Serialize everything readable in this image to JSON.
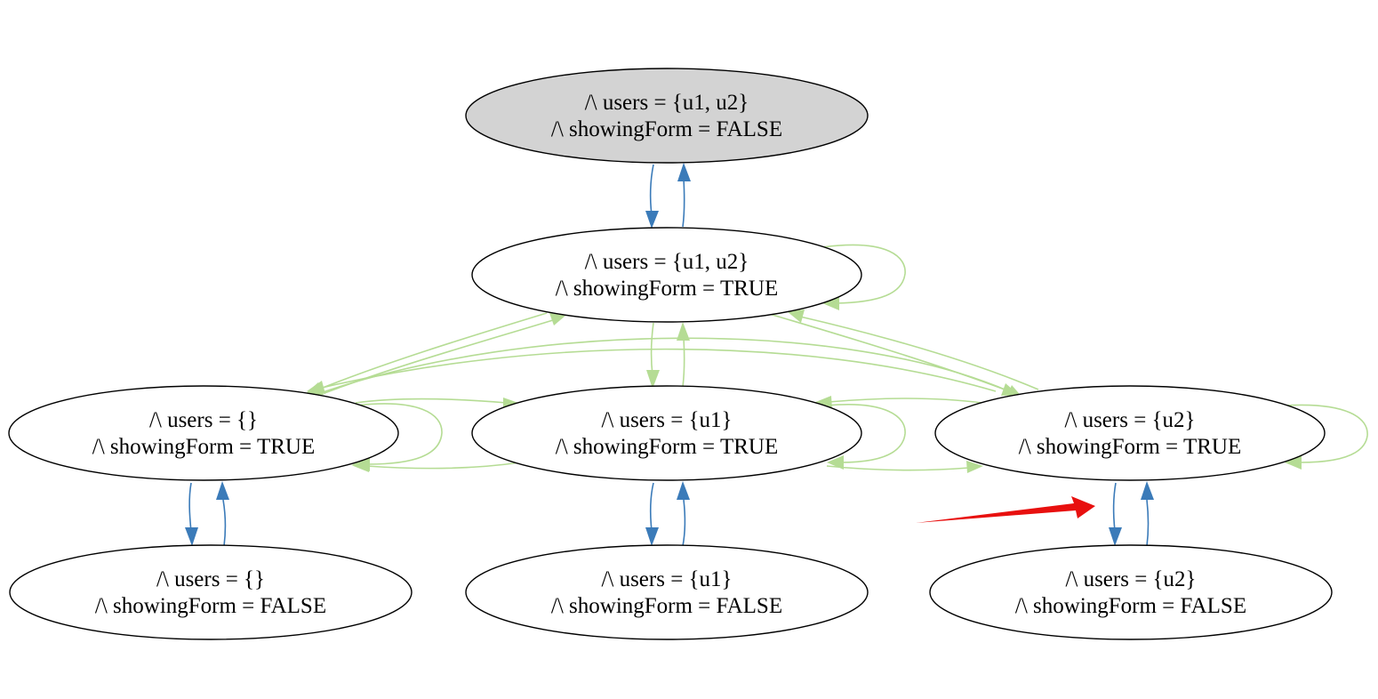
{
  "colors": {
    "initial_fill": "#d3d3d3",
    "node_fill": "#ffffff",
    "toggle_edge": "#3b7bb9",
    "user_edge": "#b5dc94",
    "highlight_arrow": "#e8100f"
  },
  "nodes": {
    "s0": {
      "line1": "/\\ users = {u1, u2}",
      "line2": "/\\ showingForm = FALSE",
      "initial": true
    },
    "s1": {
      "line1": "/\\ users = {u1, u2}",
      "line2": "/\\ showingForm = TRUE"
    },
    "s2": {
      "line1": "/\\ users = {}",
      "line2": "/\\ showingForm = TRUE"
    },
    "s3": {
      "line1": "/\\ users = {u1}",
      "line2": "/\\ showingForm = TRUE"
    },
    "s4": {
      "line1": "/\\ users = {u2}",
      "line2": "/\\ showingForm = TRUE"
    },
    "s5": {
      "line1": "/\\ users = {}",
      "line2": "/\\ showingForm = FALSE"
    },
    "s6": {
      "line1": "/\\ users = {u1}",
      "line2": "/\\ showingForm = FALSE"
    },
    "s7": {
      "line1": "/\\ users = {u2}",
      "line2": "/\\ showingForm = FALSE"
    }
  }
}
